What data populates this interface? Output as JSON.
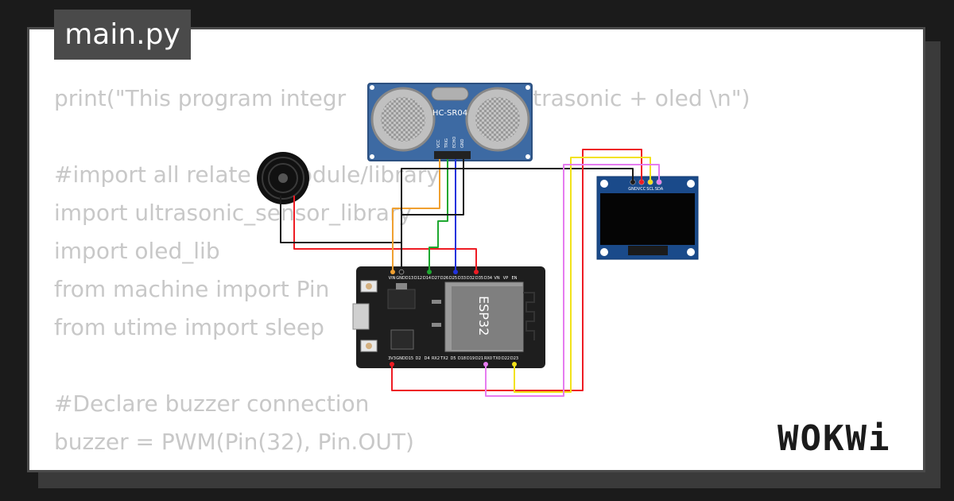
{
  "file_tab": {
    "label": "main.py"
  },
  "code": {
    "lines": [
      "print(\"This program integr",
      "trasonic + oled \\n\")",
      "",
      "#import all relate",
      "odule/library",
      "import ultrasonic_sensor_library",
      "import oled_lib",
      "from machine import Pin",
      "from utime import sleep",
      "",
      "#Declare buzzer connection",
      "buzzer = PWM(Pin(32), Pin.OUT)"
    ]
  },
  "sensor": {
    "label": "HC-SR04",
    "pins": [
      "VCC",
      "TRIG",
      "ECHO",
      "GND"
    ]
  },
  "oled": {
    "pins": [
      "GND",
      "VCC",
      "SCL",
      "SDA"
    ]
  },
  "board": {
    "label": "ESP32",
    "top_pins": [
      "VIN",
      "GND",
      "D13",
      "D12",
      "D14",
      "D27",
      "D26",
      "D25",
      "D33",
      "D32",
      "D35",
      "D34",
      "VN",
      "VP",
      "EN"
    ],
    "bottom_pins": [
      "3V3",
      "GND",
      "D15",
      "D2",
      "D4",
      "RX2",
      "TX2",
      "D5",
      "D18",
      "D19",
      "D21",
      "RX0",
      "TX0",
      "D22",
      "D23"
    ]
  },
  "logo": {
    "text": "WOKWi"
  },
  "colors": {
    "wire_red": "#ee1c24",
    "wire_black": "#1b1b1b",
    "wire_orange": "#f0a030",
    "wire_green": "#1ea830",
    "wire_blue": "#2233dd",
    "wire_yellow": "#f2e21a",
    "wire_pink": "#e67cf0",
    "sensor_blue": "#3d6aa3",
    "oled_blue": "#1a4a8a",
    "board_black": "#1e1e1e"
  }
}
